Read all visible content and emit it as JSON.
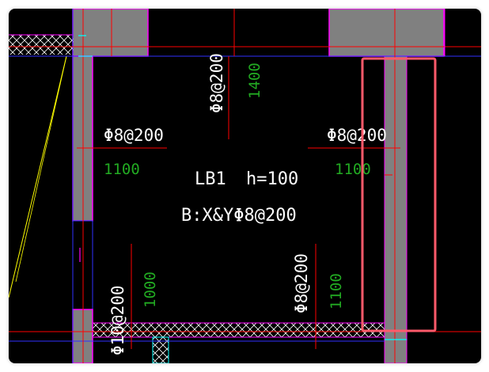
{
  "window": {
    "title": ""
  },
  "drawing": {
    "slab_label": "LB1",
    "slab_height": "h=100",
    "bottom_rebar": "B:X&YΦ8@200",
    "rebar_top": "Φ8@200",
    "length_top": "1400",
    "rebar_left": "Φ8@200",
    "length_left": "1100",
    "rebar_right": "Φ8@200",
    "length_right": "1100",
    "rebar_bottom_left": "Φ10@200",
    "length_bottom_left": "1000",
    "rebar_bottom_mid": "Φ8@200",
    "length_bottom_mid": "1100"
  },
  "colors": {
    "background": "#000000",
    "wall_fill": "#808080",
    "wall_outline": "#ff00ff",
    "axis_line": "#ff0000",
    "blue_line": "#3030ff",
    "rebar_text": "#ffffff",
    "length_text": "#22aa22",
    "highlight_box": "#ff5a6a",
    "hatch": "#ffffff",
    "diagonal": "#ffff00",
    "cyan": "#00ffff"
  }
}
